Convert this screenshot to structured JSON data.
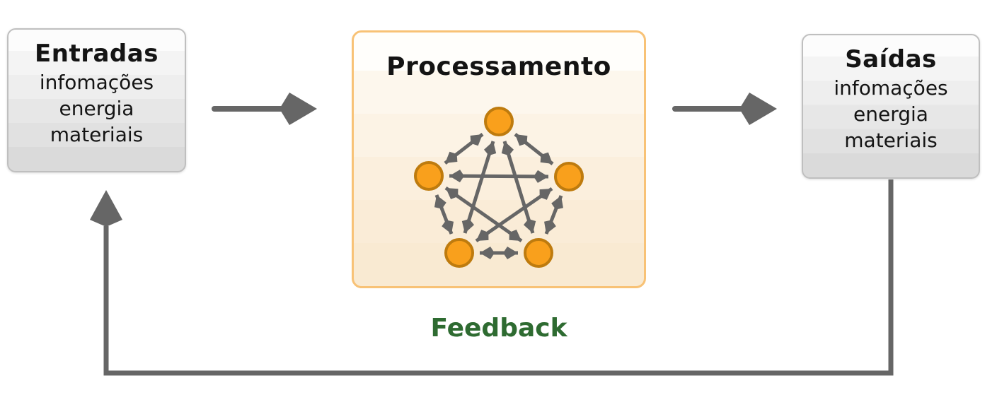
{
  "boxes": {
    "entradas": {
      "title": "Entradas",
      "lines": [
        "infomações",
        "energia",
        "materiais"
      ]
    },
    "processamento": {
      "title": "Processamento"
    },
    "saidas": {
      "title": "Saídas",
      "lines": [
        "infomações",
        "energia",
        "materiais"
      ]
    }
  },
  "feedback": {
    "label": "Feedback"
  },
  "colors": {
    "arrow_gray": "#666666",
    "node_fill": "#f9a01c",
    "node_stroke": "#be7b0e",
    "gray_box_border": "#bfbfbf",
    "gray_box_top": "#fcfcfc",
    "gray_box_bottom": "#dadada",
    "orange_box_border": "#f8c276",
    "orange_box_top": "#fffefb",
    "orange_box_bottom": "#f9ead2",
    "feedback_green": "#2e6b31",
    "text": "#141414"
  }
}
